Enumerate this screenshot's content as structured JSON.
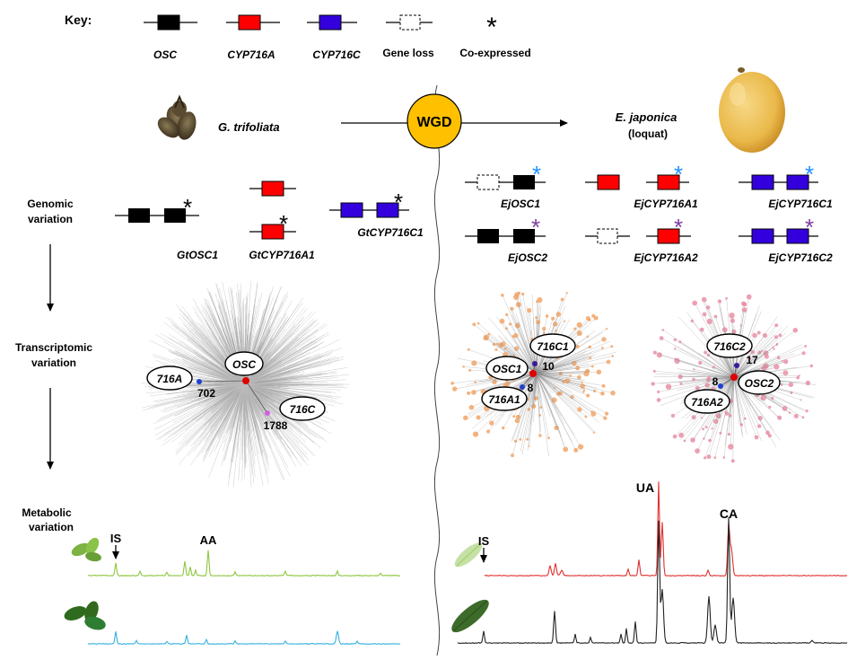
{
  "key": {
    "title": "Key:",
    "items": [
      {
        "label": "OSC",
        "color": "#000000"
      },
      {
        "label": "CYP716A",
        "color": "#ff0000"
      },
      {
        "label": "CYP716C",
        "color": "#3300dd"
      },
      {
        "label": "Gene loss",
        "color": "none"
      },
      {
        "label": "Co-expressed",
        "symbol": "*"
      }
    ]
  },
  "species": {
    "left": "G. trifoliata",
    "right_name": "E. japonica",
    "right_common": "(loquat)",
    "wgd": "WGD"
  },
  "colors": {
    "osc": "#000000",
    "cyp716a": "#ff0000",
    "cyp716c": "#3300dd",
    "wgd_fill": "#ffc000",
    "star_blue": "#1e90ff",
    "star_purple": "#7b3fa0",
    "network_gray": "#9a9a9a",
    "network_orange": "#f0a060",
    "network_pink": "#e78aa0",
    "trace_green": "#8cc63f",
    "trace_blue": "#35b0e0",
    "trace_red": "#e03030",
    "trace_black": "#222222"
  },
  "rows": {
    "genomic": [
      "Genomic",
      "variation"
    ],
    "transcriptomic": [
      "Transcriptomic",
      "variation"
    ],
    "metabolic": [
      "Metabolic",
      "variation"
    ]
  },
  "genes": {
    "gt_osc1": "GtOSC1",
    "gt_cyp716a1": "GtCYP716A1",
    "gt_cyp716c1": "GtCYP716C1",
    "ej_osc1": "EjOSC1",
    "ej_cyp716a1": "EjCYP716A1",
    "ej_cyp716c1": "EjCYP716C1",
    "ej_osc2": "EjOSC2",
    "ej_cyp716a2": "EjCYP716A2",
    "ej_cyp716c2": "EjCYP716C2"
  },
  "networks": {
    "gt": {
      "osc": "OSC",
      "a": "716A",
      "c": "716C",
      "a_rank": "702",
      "c_rank": "1788"
    },
    "ej1": {
      "osc": "OSC1",
      "a": "716A1",
      "c": "716C1",
      "a_rank": "8",
      "c_rank": "10"
    },
    "ej2": {
      "osc": "OSC2",
      "a": "716A2",
      "c": "716C2",
      "a_rank": "8",
      "c_rank": "17"
    }
  },
  "metabolites": {
    "is": "IS",
    "aa": "AA",
    "ua": "UA",
    "ca": "CA"
  }
}
